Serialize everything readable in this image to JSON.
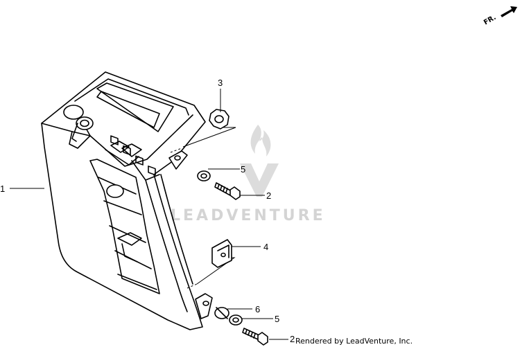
{
  "direction_indicator": {
    "label": "FR.",
    "icon": "arrow-icon"
  },
  "watermark": {
    "text": "LEADVENTURE",
    "icon": "flame-logo-icon"
  },
  "credit": "Rendered by LeadVenture, Inc.",
  "callouts": [
    {
      "id": "c1",
      "label": "1"
    },
    {
      "id": "c3",
      "label": "3"
    },
    {
      "id": "c5a",
      "label": "5"
    },
    {
      "id": "c2a",
      "label": "2"
    },
    {
      "id": "c4",
      "label": "4"
    },
    {
      "id": "c6",
      "label": "6"
    },
    {
      "id": "c5b",
      "label": "5"
    },
    {
      "id": "c2b",
      "label": "2"
    }
  ]
}
